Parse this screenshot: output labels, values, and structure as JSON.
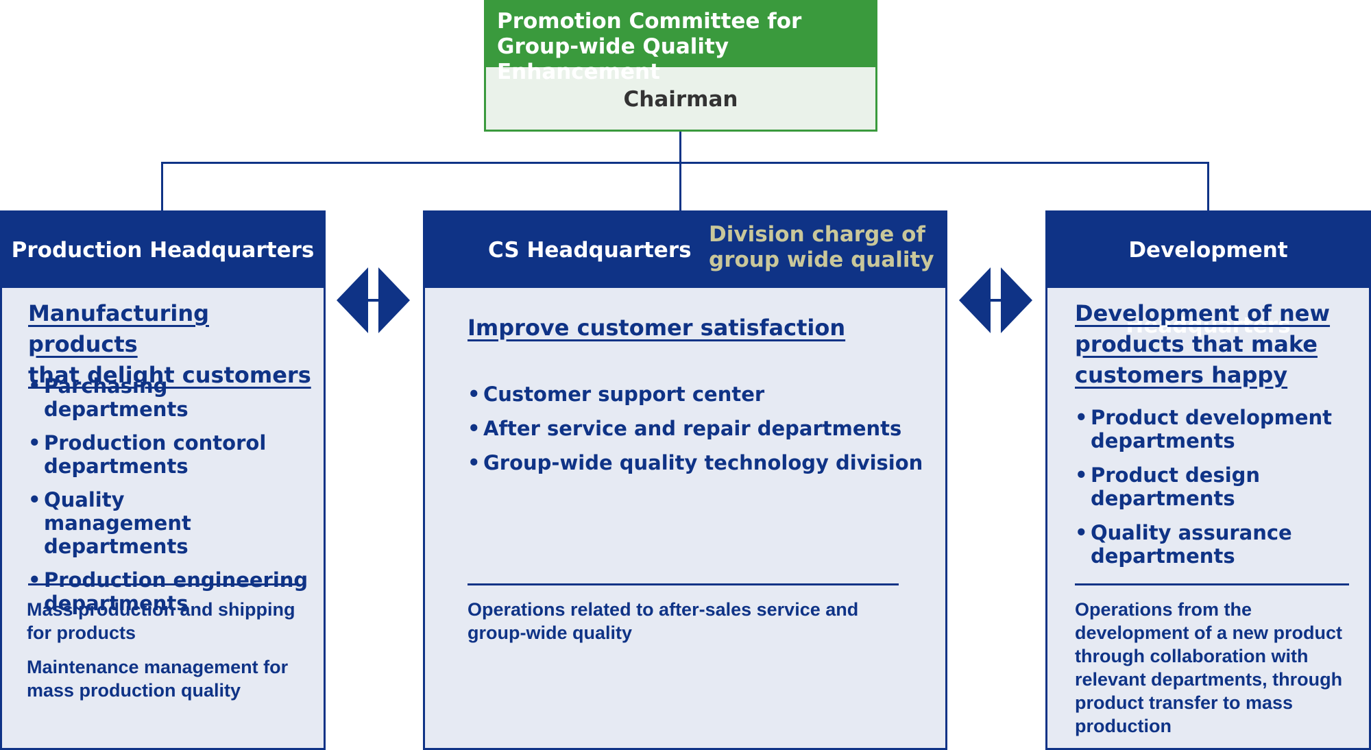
{
  "committee": {
    "title_line1": "Promotion Committee for",
    "title_line2": "Group-wide Quality Enhancement",
    "role": "Chairman"
  },
  "production": {
    "header": "Production Headquarters",
    "mission_line1": "Manufacturing products",
    "mission_line2": "that delight customers",
    "departments": [
      "Parchasing departments",
      "Production contorol departments",
      "Quality management departments",
      "Production engineering departments"
    ],
    "operations": [
      "Mass production and shipping for products",
      "Maintenance management for mass production quality"
    ]
  },
  "cs": {
    "header": "CS Headquarters",
    "tagline_line1": "Division charge of",
    "tagline_line2": "group wide quality",
    "mission": "Improve customer satisfaction",
    "departments": [
      "Customer support center",
      "After service and repair departments",
      "Group-wide quality technology division"
    ],
    "operations": "Operations related to after-sales service and group-wide quality"
  },
  "development": {
    "header": "Development Headquarters",
    "mission_line1": "Development of new",
    "mission_line2": "products that make",
    "mission_line3": "customers happy",
    "departments": [
      "Product development departments",
      "Product design departments",
      "Quality assurance departments"
    ],
    "operations": "Operations from the development of a new product through collaboration with relevant departments, through product transfer to mass production"
  },
  "colors": {
    "navy": "#0f3386",
    "green": "#3a9a3d",
    "panel": "#e6eaf3",
    "tagline": "#c9c79a"
  }
}
